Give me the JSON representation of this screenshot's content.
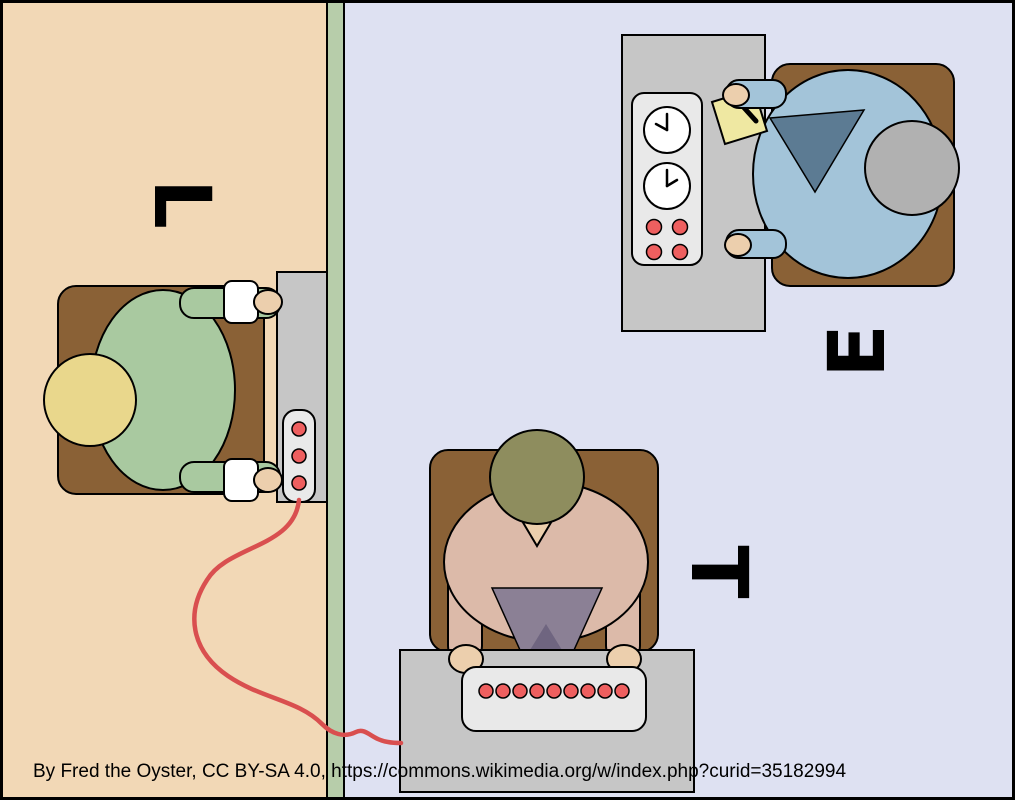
{
  "scene": {
    "labels": {
      "learner": "L",
      "experimenter": "E",
      "teacher": "T"
    },
    "attribution": "By Fred the Oyster, CC BY-SA 4.0, https://commons.wikimedia.org/w/index.php?curid=35182994"
  },
  "colors": {
    "outline": "#000000",
    "room-left": "#f2d8b6",
    "room-right": "#dee1f2",
    "wall": "#b7cdaa",
    "table": "#c6c6c6",
    "panel": "#e9e9e9",
    "button-red": "#ee5f5f",
    "cable-red": "#d94f4f",
    "chair-brown": "#8a6136",
    "strap-white": "#ffffff",
    "clock-face": "#ffffff",
    "paper": "#efe8a2",
    "skin": "#eccfad",
    "learner-shirt": "#a9c9a0",
    "learner-head": "#e9d78c",
    "experimenter-shirt": "#a3c4d9",
    "experimenter-torso": "#5c7b93",
    "experimenter-head": "#b1b1b1",
    "teacher-shirt": "#dcbaa9",
    "teacher-head": "#8e8d5e",
    "teacher-lap": "#8b8095",
    "teacher-lap-dark": "#6f6580"
  }
}
